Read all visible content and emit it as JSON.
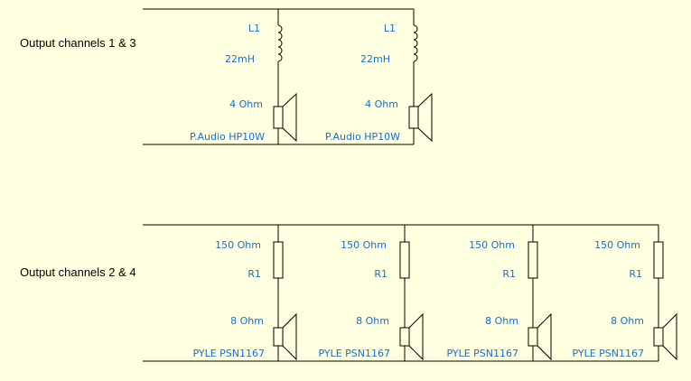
{
  "colors": {
    "background": "#ffffe1",
    "wire": "#000000",
    "label": "#1a6fc4"
  },
  "sections": {
    "top": {
      "title": "Output channels 1 & 3",
      "branches": [
        {
          "inductor_ref": "L1",
          "inductor_value": "22mH",
          "impedance": "4 Ohm",
          "speaker_model": "P.Audio HP10W"
        },
        {
          "inductor_ref": "L1",
          "inductor_value": "22mH",
          "impedance": "4 Ohm",
          "speaker_model": "P.Audio HP10W"
        }
      ]
    },
    "bottom": {
      "title": "Output channels 2 & 4",
      "branches": [
        {
          "resistor_value": "150 Ohm",
          "resistor_ref": "R1",
          "impedance": "8 Ohm",
          "speaker_model": "PYLE PSN1167"
        },
        {
          "resistor_value": "150 Ohm",
          "resistor_ref": "R1",
          "impedance": "8 Ohm",
          "speaker_model": "PYLE PSN1167"
        },
        {
          "resistor_value": "150 Ohm",
          "resistor_ref": "R1",
          "impedance": "8 Ohm",
          "speaker_model": "PYLE PSN1167"
        },
        {
          "resistor_value": "150 Ohm",
          "resistor_ref": "R1",
          "impedance": "8 Ohm",
          "speaker_model": "PYLE PSN1167"
        }
      ]
    }
  }
}
